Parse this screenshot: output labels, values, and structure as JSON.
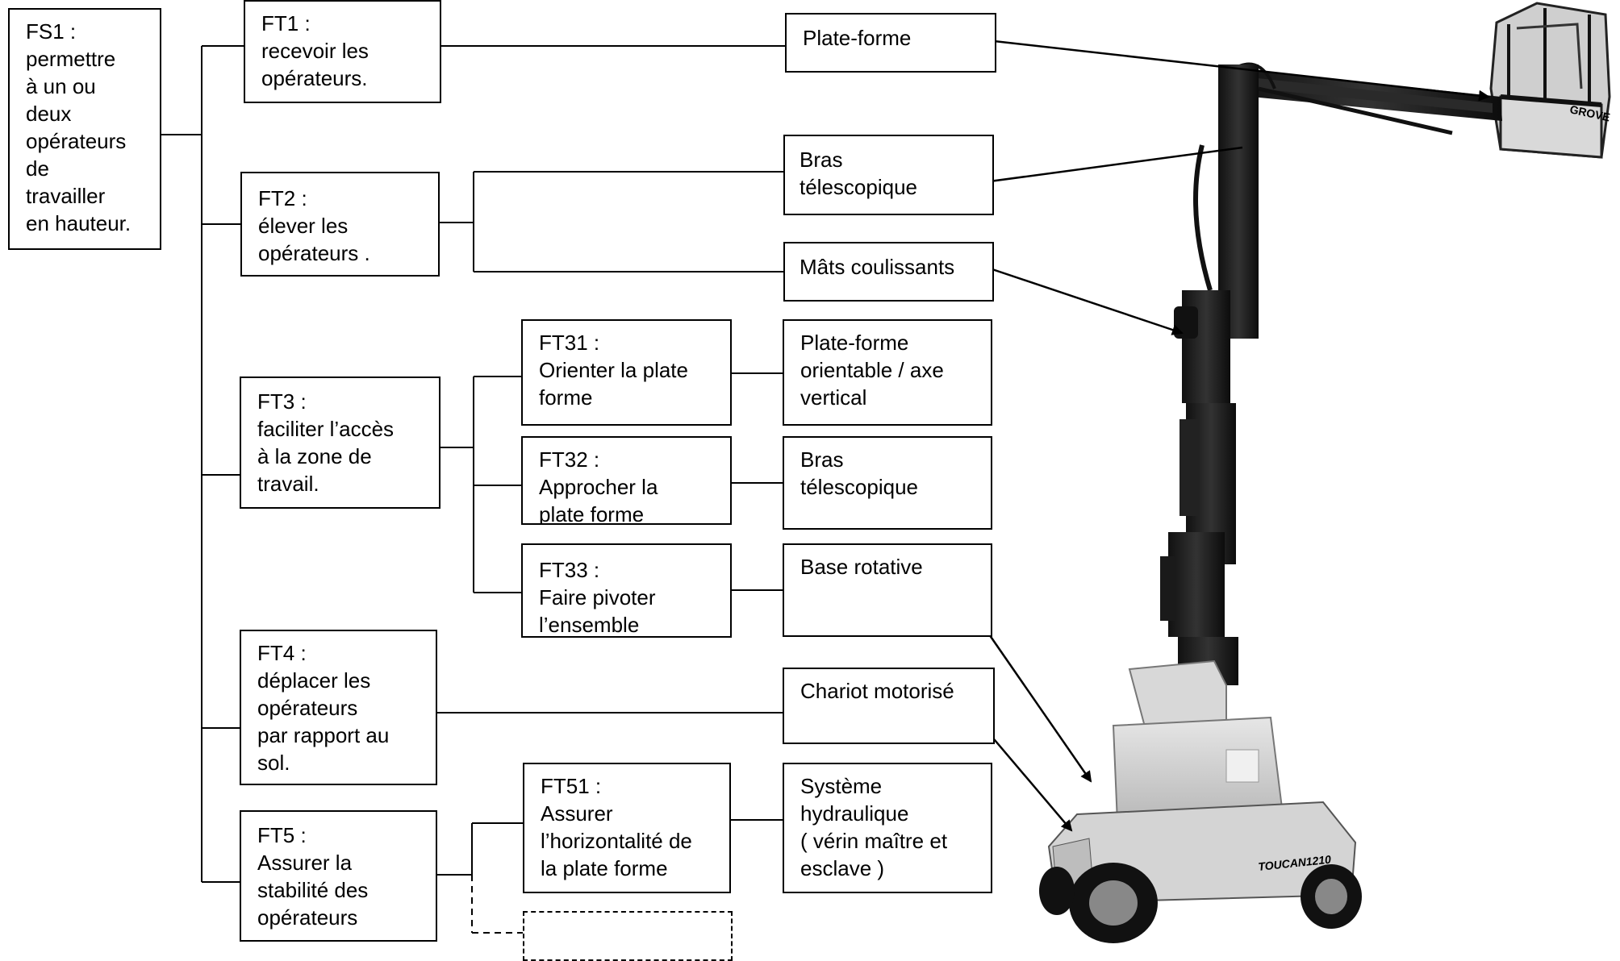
{
  "fs1": {
    "text": "FS1 :\npermettre\nà un ou\ndeux\nopérateurs\nde\ntravailler\nen hauteur."
  },
  "ft": {
    "ft1": "FT1 :\nrecevoir les\nopérateurs.",
    "ft2": "FT2 :\nélever les\nopérateurs .",
    "ft3": "FT3 :\nfaciliter l’accès\nà la zone de\ntravail.",
    "ft4": "FT4 :\ndéplacer les\nopérateurs\npar rapport au\nsol.",
    "ft5": "FT5 :\nAssurer la\nstabilité  des\nopérateurs"
  },
  "sub": {
    "ft31": "FT31 :\nOrienter la plate\nforme",
    "ft32": "FT32 :\nApprocher la\nplate forme",
    "ft33": " FT33 :\nFaire pivoter\nl’ensemble",
    "ft51": "FT51 :\nAssurer\nl’horizontalité de\nla plate forme"
  },
  "sol": {
    "plateforme": "Plate-forme",
    "bras1": "Bras\ntélescopique",
    "mats": "Mâts coulissants",
    "plateforme_orient": "Plate-forme\norientable / axe\n vertical",
    "bras2": "Bras\ntélescopique",
    "base": " Base rotative",
    "chariot": "Chariot motorisé",
    "hydraulique": "Système\nhydraulique\n( vérin maître et\nesclave )"
  },
  "machine": {
    "brand": "GROVE",
    "model": "TOUCAN1210"
  }
}
